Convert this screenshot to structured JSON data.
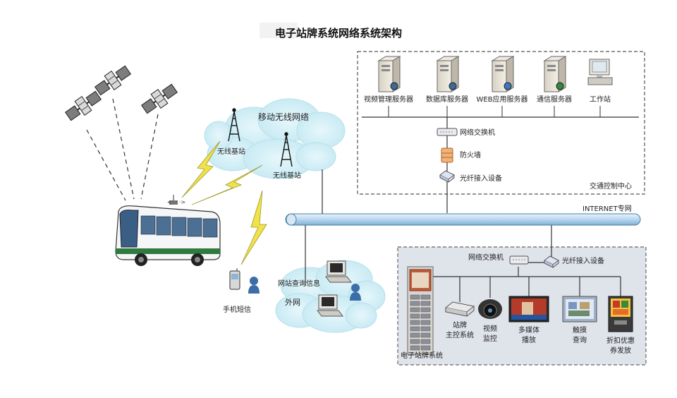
{
  "diagram": {
    "title": "电子站牌系统网络系统架构",
    "control_center": {
      "label": "交通控制中心",
      "servers": [
        "视频管理服务器",
        "数据库服务器",
        "WEB应用服务器",
        "通信服务器",
        "工作站"
      ],
      "switch": "网络交换机",
      "firewall": "防火墙",
      "fiber": "光纤接入设备"
    },
    "mobile": {
      "title": "移动无线网络",
      "base1": "无线基站",
      "base2": "无线基站"
    },
    "internet": "INTERNET专网",
    "sms": "手机短信",
    "web": {
      "query": "网站查询信息",
      "extranet": "外网"
    },
    "stop_system": {
      "label": "电子站牌系统",
      "switch": "网络交换机",
      "fiber": "光纤接入设备",
      "devices": [
        {
          "l1": "站牌",
          "l2": "主控系统"
        },
        {
          "l1": "视频",
          "l2": "监控"
        },
        {
          "l1": "多媒体",
          "l2": "播放"
        },
        {
          "l1": "触摸",
          "l2": "查询"
        },
        {
          "l1": "折扣优惠",
          "l2": "券发放"
        }
      ]
    }
  }
}
